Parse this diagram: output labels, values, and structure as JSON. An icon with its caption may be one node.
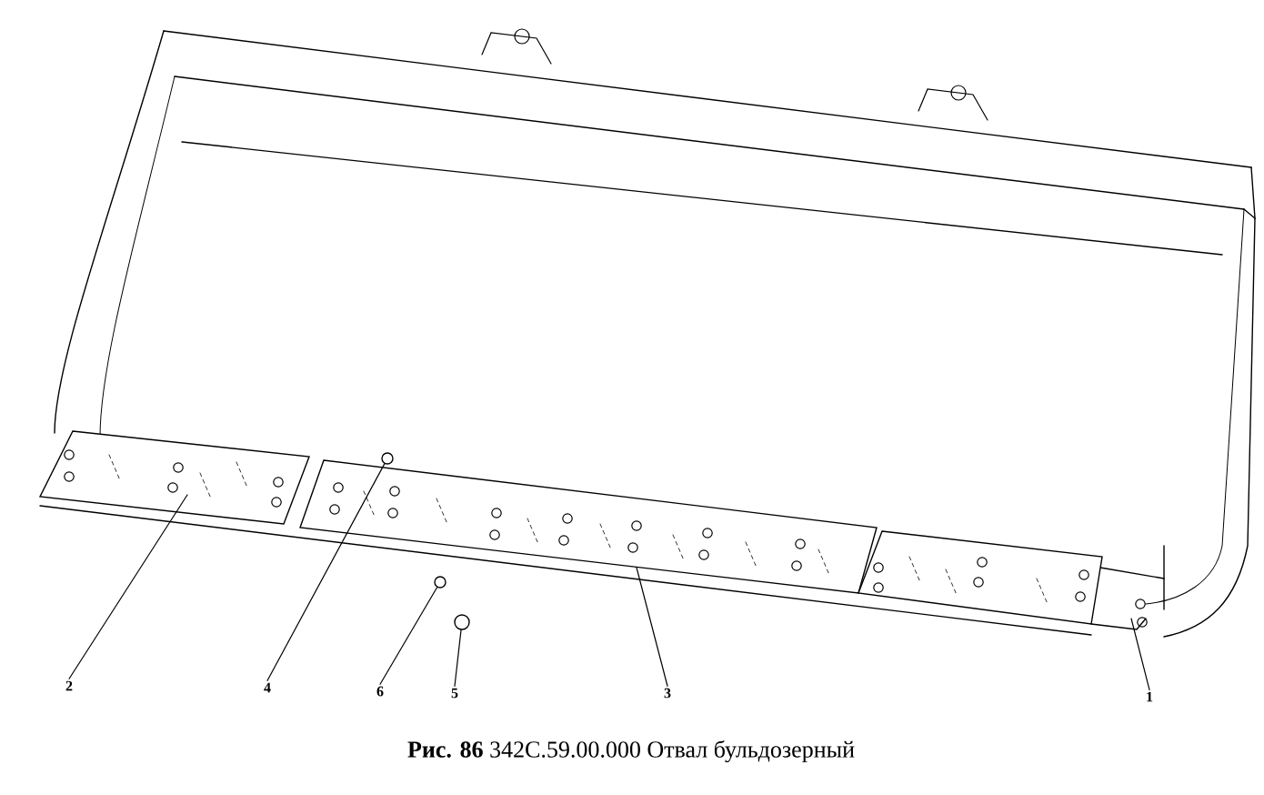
{
  "diagram": {
    "caption": "**Рис. 86** 342С.59.00.000 Отвал бульдозерный",
    "nodes": [
      {
        "text": [
          "2"
        ]
      },
      {
        "text": [
          "4"
        ]
      },
      {
        "text": [
          "6"
        ]
      },
      {
        "text": [
          "5"
        ]
      },
      {
        "text": [
          "3"
        ]
      },
      {
        "text": [
          "1"
        ]
      },
      {
        "text": [],
        "shape": "circle"
      },
      {
        "text": [],
        "shape": "circle"
      },
      {
        "text": [],
        "shape": "circle"
      }
    ],
    "edges": [
      {
        "from": 0,
        "to": null,
        "arrow": "none"
      },
      {
        "from": 1,
        "to": 6,
        "arrow": "none"
      },
      {
        "from": 2,
        "to": 7,
        "arrow": "none"
      },
      {
        "from": 3,
        "to": 8,
        "arrow": "none"
      },
      {
        "from": 4,
        "to": null,
        "arrow": "none"
      },
      {
        "from": 5,
        "to": null,
        "arrow": "none"
      }
    ]
  }
}
